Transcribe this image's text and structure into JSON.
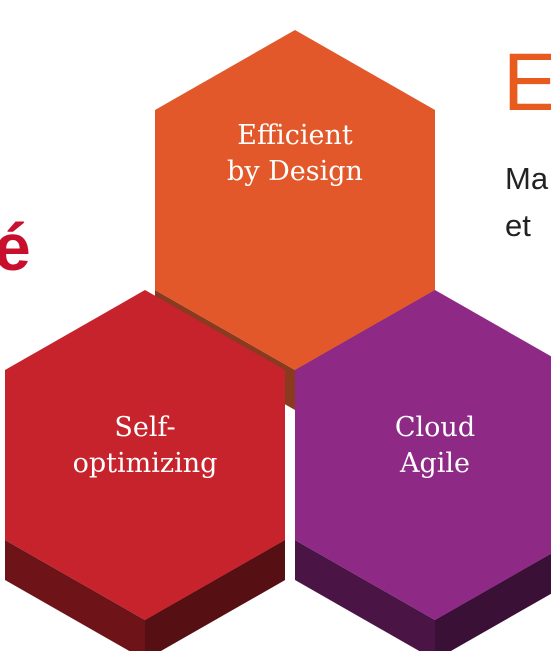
{
  "colors": {
    "orange_top": "#e2582a",
    "orange_side": "#8a3a1e",
    "red_top": "#c7232c",
    "red_side": "#6e1418",
    "purple_top": "#8e2a86",
    "purple_side": "#4a1545",
    "heading_orange": "#e85a1e",
    "heading_red": "#c8102e",
    "body_text": "#222222"
  },
  "hexagons": [
    {
      "id": "efficient",
      "lines": [
        "Efficient",
        "by Design"
      ]
    },
    {
      "id": "self",
      "lines": [
        "Self-",
        "optimizing"
      ]
    },
    {
      "id": "cloud",
      "lines": [
        "Cloud",
        "Agile"
      ]
    }
  ],
  "cut_text": {
    "heading_e": "E",
    "heading_accent": "é",
    "body_line_1": "Ma",
    "body_line_2": "et"
  }
}
